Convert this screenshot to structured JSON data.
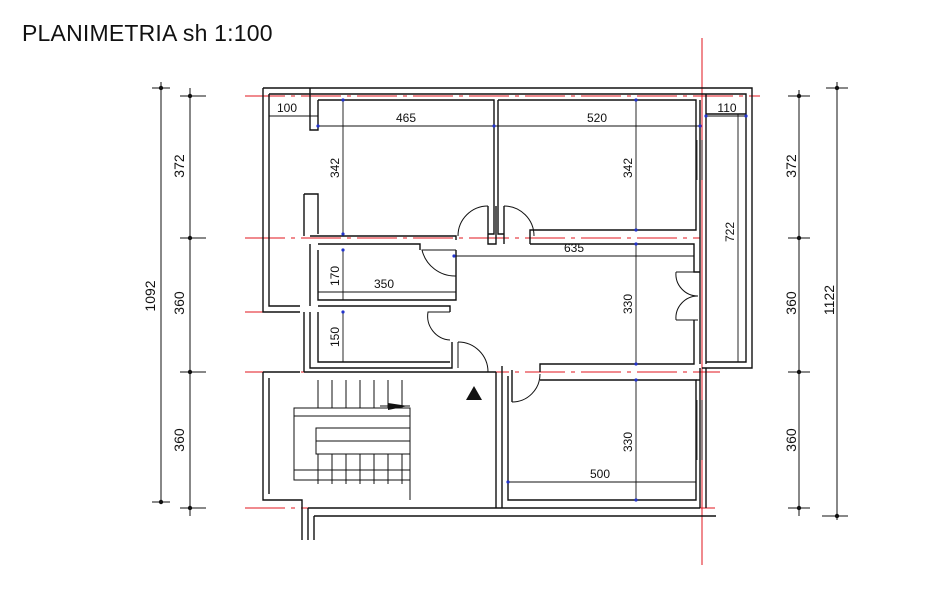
{
  "title": "PLANIMETRIA sh 1:100",
  "colors": {
    "wall": "#111111",
    "axis": "#e0141e",
    "dim_node": "#2233cc",
    "background": "#ffffff"
  },
  "dimensions": {
    "top_100": "100",
    "top_465": "465",
    "top_520": "520",
    "top_110": "110",
    "room1_h": "342",
    "room2_h": "342",
    "corridor_635": "635",
    "balcony_722": "722",
    "room_170": "170",
    "room_350": "350",
    "room_150": "150",
    "living_330": "330",
    "bottom_330": "330",
    "bottom_500": "500",
    "left_total": "1092",
    "left_372": "372",
    "left_360a": "360",
    "left_360b": "360",
    "right_372": "372",
    "right_360a": "360",
    "right_360b": "360",
    "right_total": "1122"
  }
}
